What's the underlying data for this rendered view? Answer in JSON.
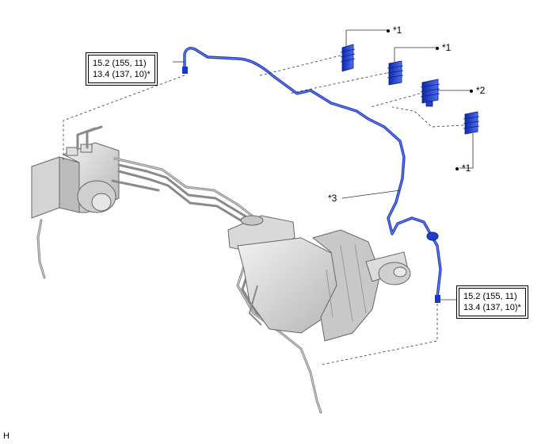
{
  "torque_labels": [
    {
      "line1": "15.2 (155, 11)",
      "line2": "13.4 (137, 10)*"
    },
    {
      "line1": "15.2 (155, 11)",
      "line2": "13.4 (137, 10)*"
    }
  ],
  "callouts": {
    "c1a": "*1",
    "c1b": "*1",
    "c2": "*2",
    "c1c": "*1",
    "c3": "*3"
  },
  "corner_letter": "H",
  "colors": {
    "brake_line": "#1a35c7",
    "parts": "#7a7a7a",
    "clip": "#1f3fd0",
    "leader": "#333333"
  }
}
